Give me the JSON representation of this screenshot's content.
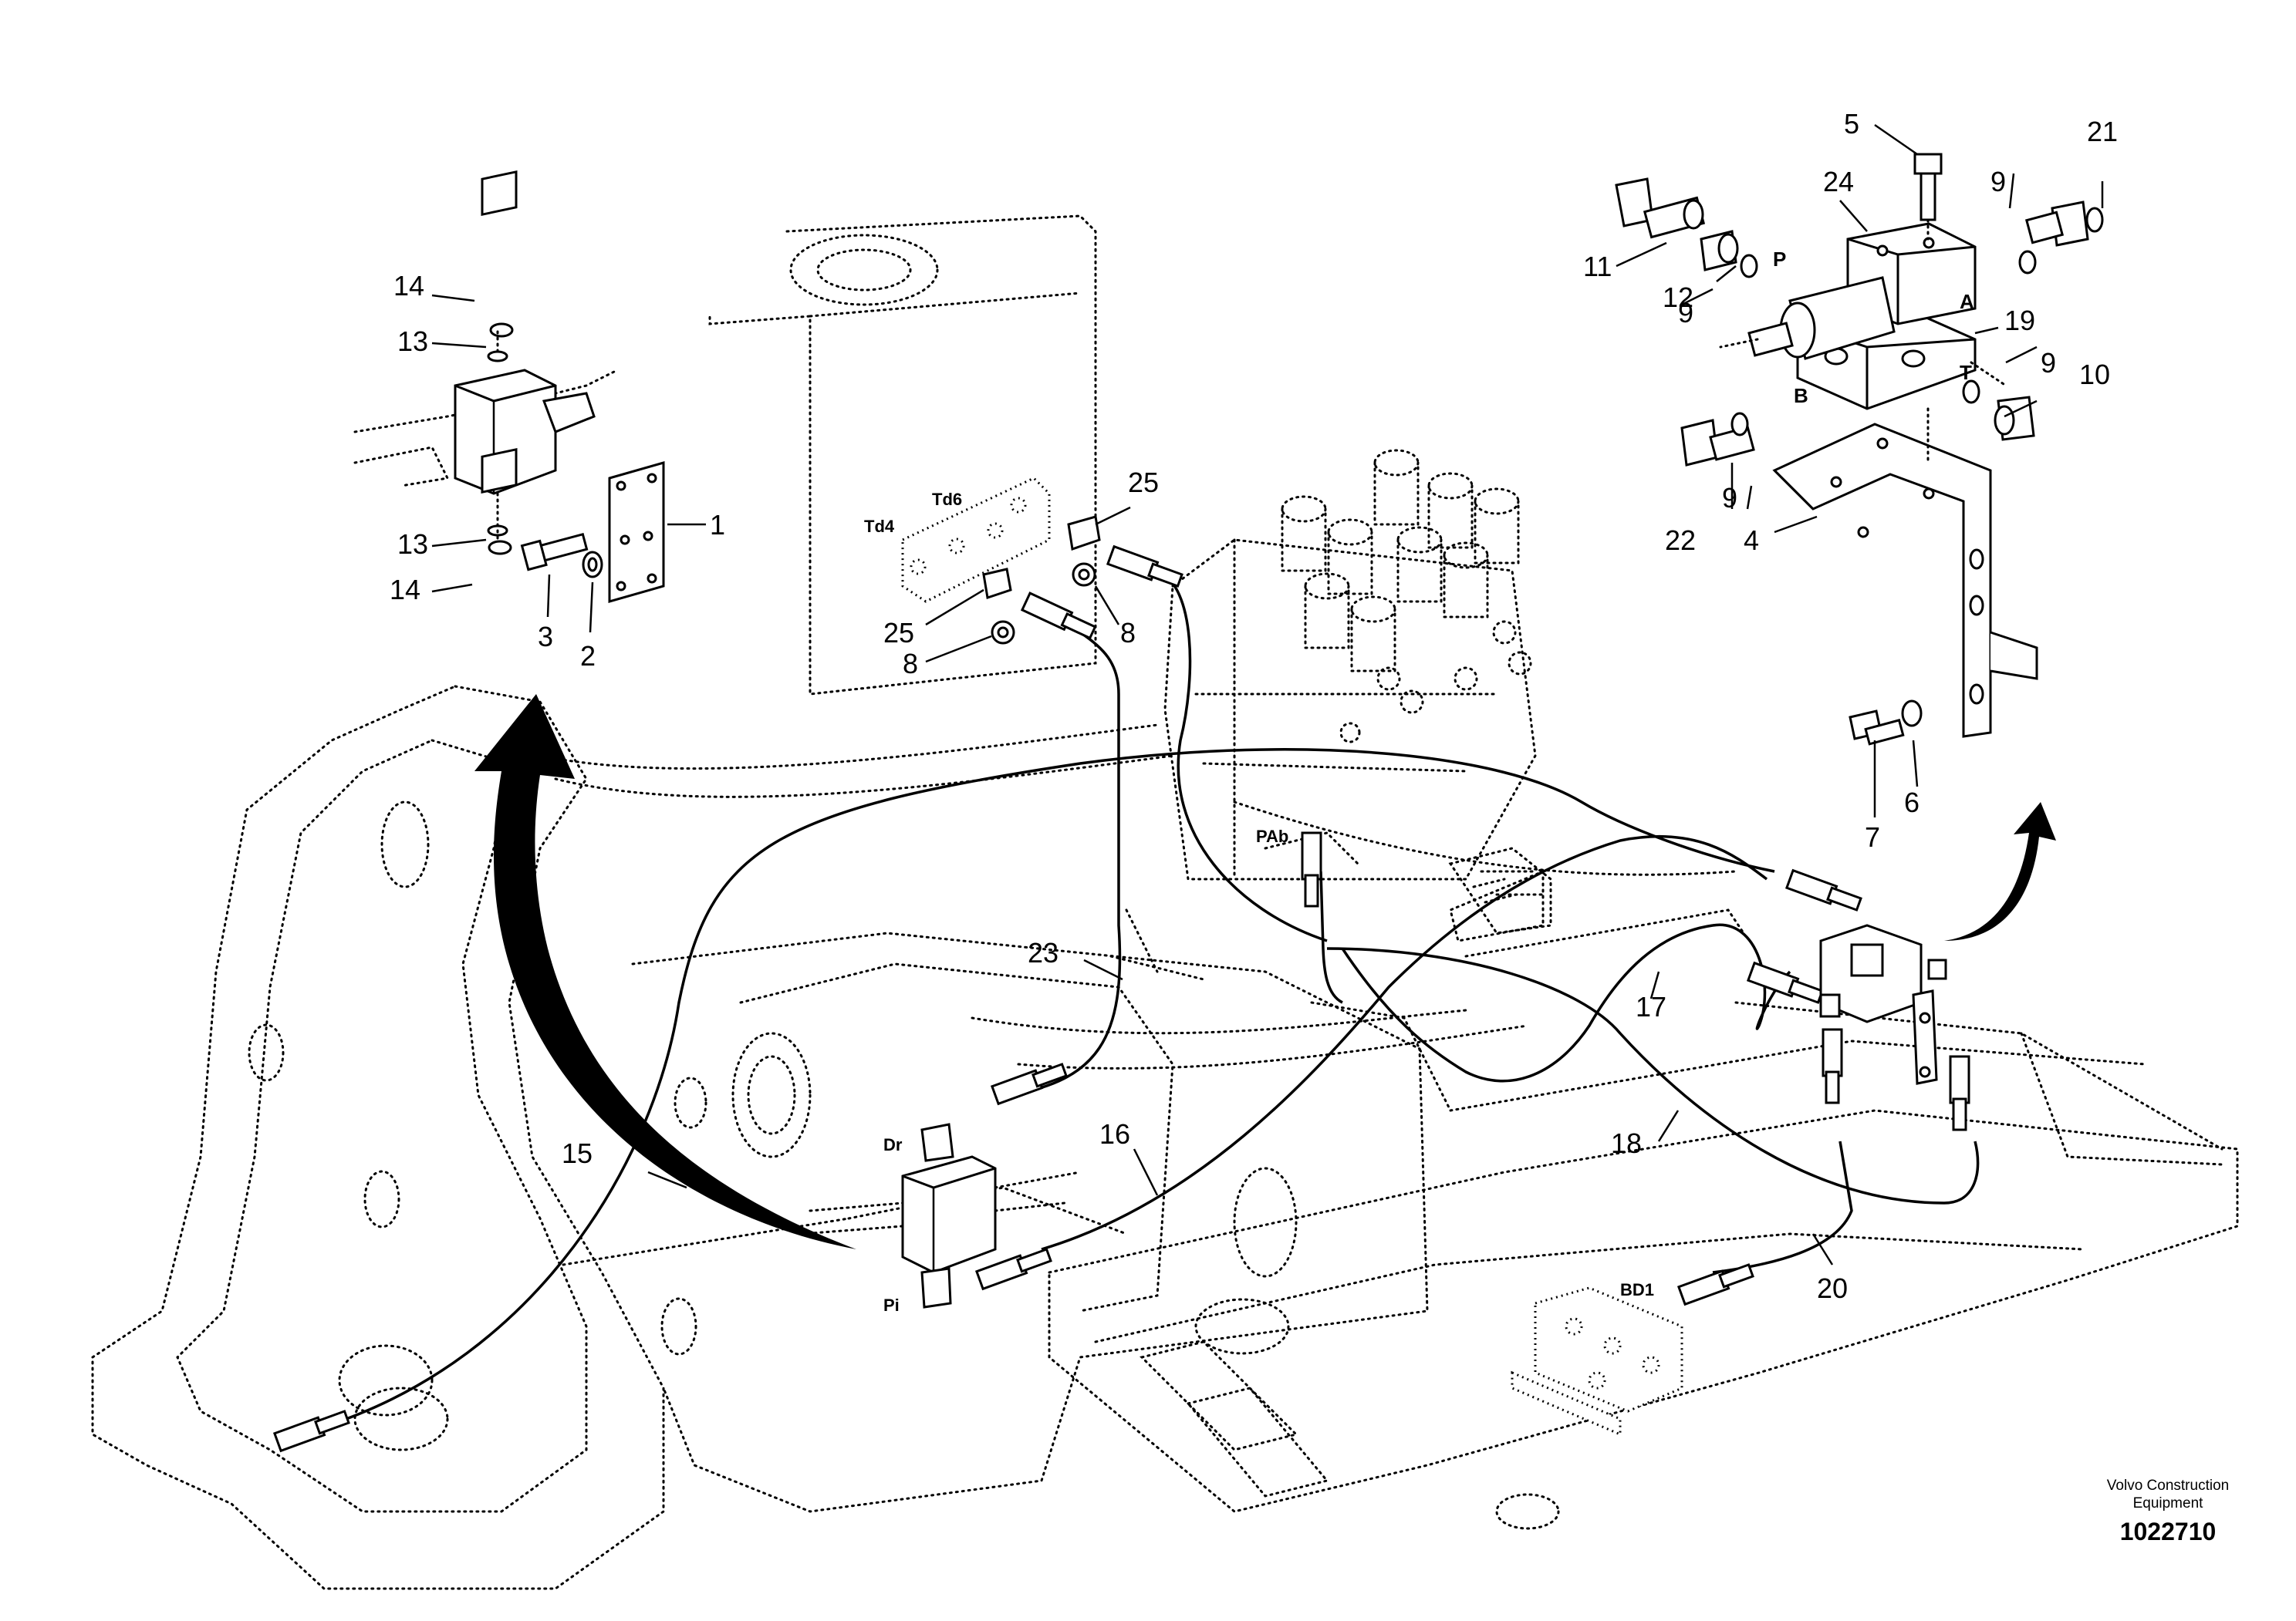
{
  "callouts": [
    "1",
    "2",
    "3",
    "4",
    "5",
    "6",
    "7",
    "8",
    "8",
    "9",
    "9",
    "9",
    "9",
    "10",
    "11",
    "12",
    "13",
    "13",
    "14",
    "14",
    "15",
    "16",
    "17",
    "18",
    "19",
    "20",
    "21",
    "22",
    "23",
    "24",
    "25",
    "25"
  ],
  "port_labels": {
    "td6": "Td6",
    "td4": "Td4",
    "pab": "PAb",
    "dr": "Dr",
    "pi": "Pi",
    "bd1": "BD1",
    "p": "P",
    "a": "A",
    "b": "B",
    "t": "T"
  },
  "brand": {
    "name_line1": "Volvo Construction",
    "name_line2": "Equipment",
    "drawing_number": "1022710"
  },
  "colors": {
    "line": "#000000",
    "background": "#ffffff"
  },
  "icons": {
    "arrow_left": "curved-arrow-icon",
    "arrow_right": "curved-arrow-icon"
  }
}
